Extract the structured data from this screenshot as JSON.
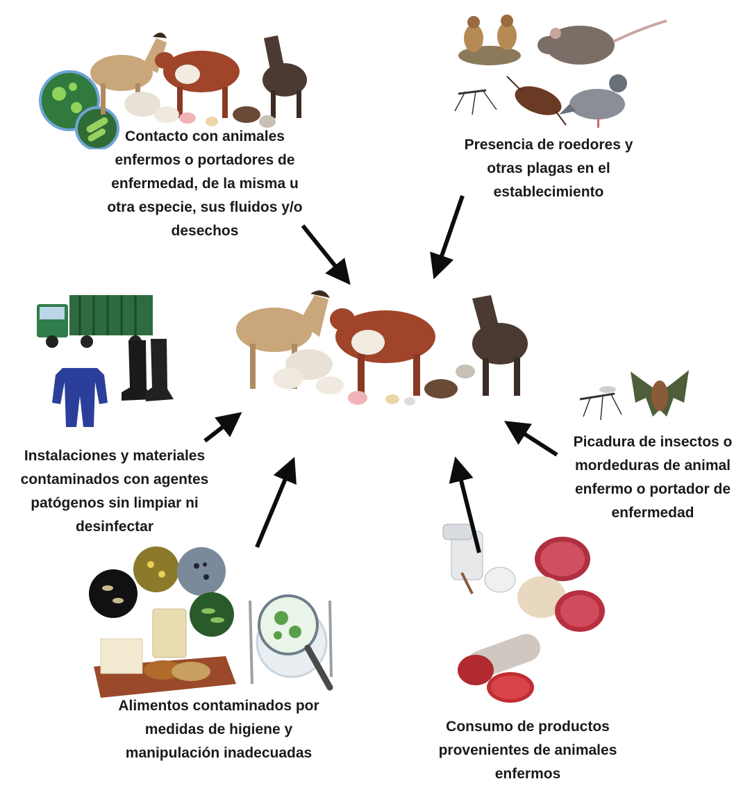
{
  "diagram": {
    "center": {
      "illustration": "farm-animals-group-illustration"
    },
    "factors": [
      {
        "id": "contact",
        "illustration": "farm-animals-and-bacteria-illustration",
        "lines": [
          "Contacto con animales",
          "enfermos o portadores de",
          "enfermedad, de la misma u",
          "otra especie, sus fluidos y/o",
          "desechos"
        ]
      },
      {
        "id": "pests",
        "illustration": "birds-rat-mosquito-cockroach-pigeon-illustration",
        "lines": [
          "Presencia de roedores y",
          "otras plagas en el",
          "establecimiento"
        ]
      },
      {
        "id": "facilities",
        "illustration": "truck-overalls-boots-illustration",
        "lines": [
          "Instalaciones y materiales",
          "contaminados con agentes",
          "patógenos sin limpiar ni",
          "desinfectar"
        ]
      },
      {
        "id": "bites",
        "illustration": "mosquito-and-bat-illustration",
        "lines": [
          "Picadura de insectos o",
          "mordeduras de animal",
          "enfermo o portador de",
          "enfermedad"
        ]
      },
      {
        "id": "food",
        "illustration": "contaminated-food-and-magnifier-illustration",
        "lines": [
          "Alimentos contaminados por",
          "medidas de higiene y",
          "manipulación inadecuadas"
        ]
      },
      {
        "id": "products",
        "illustration": "milk-cans-cheese-and-sausage-illustration",
        "lines": [
          "Consumo de productos",
          "provenientes de animales",
          "enfermos"
        ]
      }
    ],
    "colors": {
      "arrow": "#0d0d0d",
      "text": "#1a1a1a"
    }
  }
}
